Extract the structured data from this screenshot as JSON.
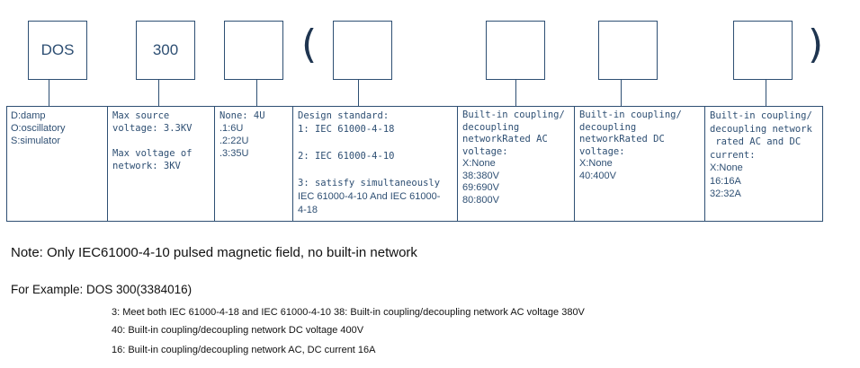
{
  "boxes": [
    {
      "label": "DOS"
    },
    {
      "label": "300"
    },
    {
      "label": ""
    },
    {
      "label": ""
    },
    {
      "label": ""
    },
    {
      "label": ""
    },
    {
      "label": ""
    }
  ],
  "paren_open": "(",
  "paren_close": ")",
  "columns": [
    {
      "lines": [
        "D:damp",
        "O:oscillatory",
        "S:simulator"
      ]
    },
    {
      "lines": [
        "Max source",
        "voltage: 3.3KV",
        "",
        "Max voltage of",
        "network: 3KV"
      ]
    },
    {
      "lines": [
        "None: 4U",
        ".1:6U",
        ".2:22U",
        ".3:35U"
      ]
    },
    {
      "lines": [
        "Design standard:",
        "1: IEC 61000-4-18",
        "",
        "2: IEC 61000-4-10",
        "",
        "3: satisfy simultaneously",
        "IEC 61000-4-10 And IEC 61000-",
        "4-18"
      ]
    },
    {
      "lines": [
        "Built-in coupling/",
        "decoupling",
        "networkRated AC",
        "voltage:",
        "X:None",
        "38:380V",
        "69:690V",
        "80:800V"
      ]
    },
    {
      "lines": [
        "Built-in coupling/",
        "decoupling",
        "networkRated DC",
        "voltage:",
        "X:None",
        "40:400V"
      ]
    },
    {
      "lines": [
        "Built-in coupling/",
        "decoupling network",
        " rated AC and DC",
        "current:",
        "X:None",
        "16:16A",
        "32:32A"
      ]
    }
  ],
  "note": "Note: Only IEC61000-4-10 pulsed magnetic field, no built-in network",
  "example": "For Example: DOS 300(3384016)",
  "example_lines": [
    "3: Meet both IEC 61000-4-18 and IEC 61000-4-10 38: Built-in coupling/decoupling network AC voltage 380V",
    "40: Built-in coupling/decoupling network DC voltage 400V",
    "16: Built-in coupling/decoupling network AC, DC current 16A"
  ]
}
